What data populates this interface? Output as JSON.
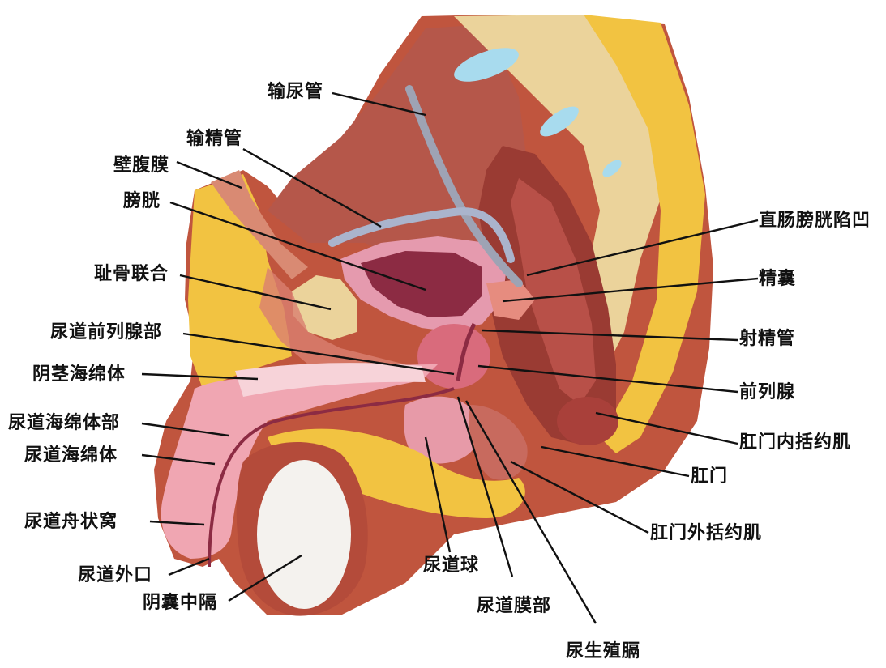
{
  "labels": {
    "ureter": "输尿管",
    "vas_deferens": "输精管",
    "parietal_peritoneum": "壁腹膜",
    "bladder": "膀胱",
    "pubic_symphysis": "耻骨联合",
    "prostatic_urethra": "尿道前列腺部",
    "corpus_cavernosum": "阴茎海绵体",
    "spongy_urethra": "尿道海绵体部",
    "corpus_spongiosum": "尿道海绵体",
    "navicular_fossa": "尿道舟状窝",
    "external_urethral_orifice": "尿道外口",
    "scrotal_septum": "阴囊中隔",
    "urethral_bulb": "尿道球",
    "membranous_urethra": "尿道膜部",
    "urogenital_diaphragm": "尿生殖膈",
    "rectovesical_pouch": "直肠膀胱陷凹",
    "seminal_vesicle": "精囊",
    "ejaculatory_duct": "射精管",
    "prostate": "前列腺",
    "internal_anal_sphincter": "肛门内括约肌",
    "anus": "肛门",
    "external_anal_sphincter": "肛门外括约肌"
  },
  "colors": {
    "skin": "#c0553e",
    "muscle": "#a8413a",
    "fat": "#f2c341",
    "bone": "#ebd39b",
    "disc": "#a8dbee",
    "bladder": "#e59aae",
    "bladder_inner": "#8c2b43",
    "prostate": "#d96b7c",
    "spongy": "#f0a6b2",
    "testis": "#f4f2ee",
    "rectum": "#9a3b33",
    "duct": "#aab4cc"
  }
}
